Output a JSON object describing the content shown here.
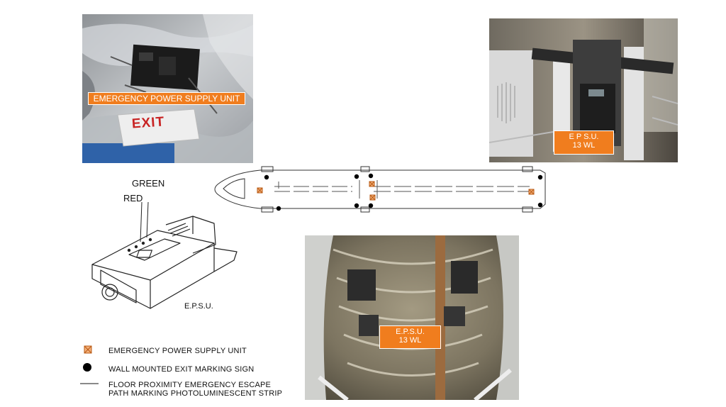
{
  "photos": {
    "top_left": {
      "label": "EMERGENCY POWER SUPPLY UNIT",
      "sign_text": "EXIT"
    },
    "top_right": {
      "label_line1": "E P S.U.",
      "label_line2": "13 WL"
    },
    "bottom": {
      "label_line1": "E.P.S.U.",
      "label_line2": "13 WL"
    }
  },
  "unit_drawing": {
    "green_label": "GREEN",
    "red_label": "RED",
    "caption": "E.P.S.U."
  },
  "legend": {
    "items": [
      {
        "symbol": "orange-x-square",
        "text": "EMERGENCY POWER SUPPLY UNIT"
      },
      {
        "symbol": "black-dot",
        "text": "WALL MOUNTED EXIT MARKING SIGN"
      },
      {
        "symbol": "line",
        "text_line1": "FLOOR PROXIMITY EMERGENCY ESCAPE",
        "text_line2": "PATH MARKING PHOTOLUMINESCENT STRIP"
      }
    ]
  },
  "colors": {
    "accent": "#f07d1e",
    "symbol_fill": "#f4b07a"
  }
}
